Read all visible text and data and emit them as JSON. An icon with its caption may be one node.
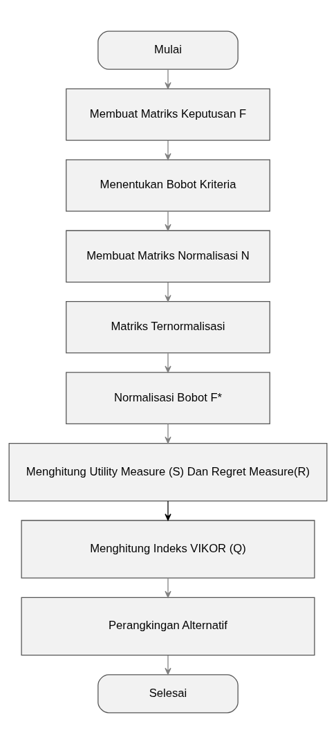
{
  "diagram": {
    "nodes": [
      {
        "text": [
          "Mulai"
        ]
      },
      {
        "text": [
          "Membuat Matriks Keputusan F"
        ]
      },
      {
        "text": [
          "Menentukan Bobot Kriteria"
        ]
      },
      {
        "text": [
          "Membuat Matriks Normalisasi N"
        ]
      },
      {
        "text": [
          "Matriks Ternormalisasi"
        ]
      },
      {
        "text": [
          "Normalisasi Bobot F*"
        ]
      },
      {
        "text": [
          "Menghitung Utility Measure (S) Dan Regret Measure(R)"
        ]
      },
      {
        "text": [
          "Menghitung Indeks VIKOR (Q)"
        ]
      },
      {
        "text": [
          "Perangkingan Alternatif"
        ]
      },
      {
        "text": [
          "Selesai"
        ]
      }
    ],
    "edges": [
      {
        "from": 0,
        "to": 1,
        "arrow": "to"
      },
      {
        "from": 1,
        "to": 2,
        "arrow": "to"
      },
      {
        "from": 2,
        "to": 3,
        "arrow": "to"
      },
      {
        "from": 3,
        "to": 4,
        "arrow": "to"
      },
      {
        "from": 4,
        "to": 5,
        "arrow": "to"
      },
      {
        "from": 5,
        "to": 6,
        "arrow": "to"
      },
      {
        "from": 6,
        "to": 7,
        "arrow": "to",
        "color": "#000000"
      },
      {
        "from": 7,
        "to": 8,
        "arrow": "to"
      },
      {
        "from": 8,
        "to": 9,
        "arrow": "to"
      }
    ]
  }
}
